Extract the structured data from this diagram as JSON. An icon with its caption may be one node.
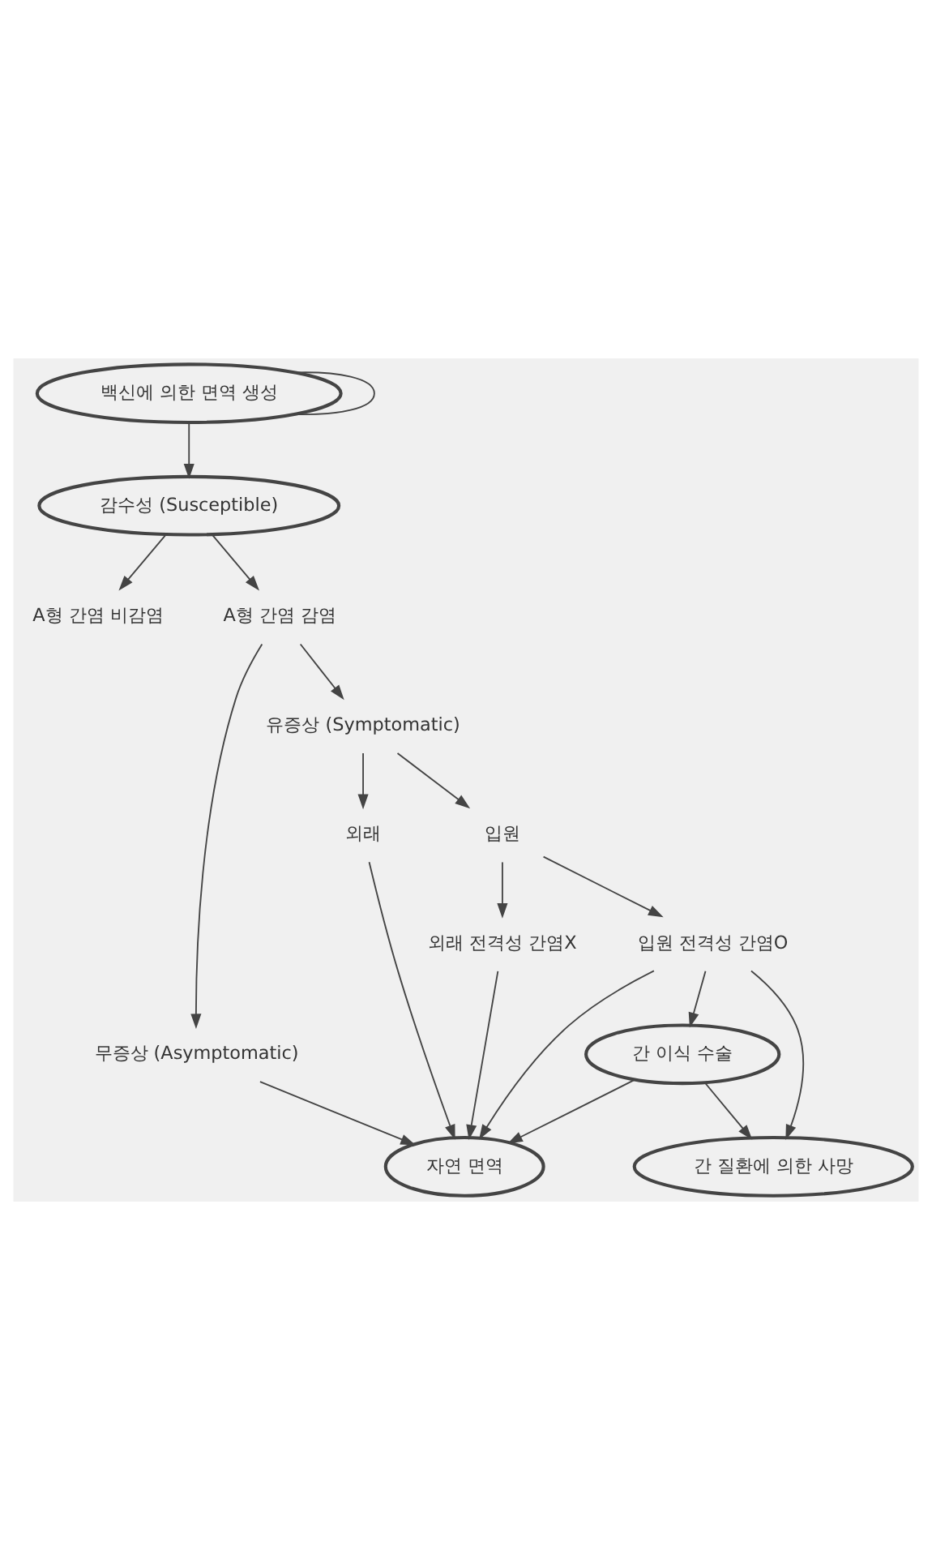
{
  "diagram": {
    "nodes": [
      {
        "text": [
          "백신에 의한 면역 생성"
        ]
      },
      {
        "text": [
          "감수성 (Susceptible)"
        ]
      },
      {
        "text": [
          "A형 간염 비감염"
        ]
      },
      {
        "text": [
          "A형 간염 감염"
        ]
      },
      {
        "text": [
          "무증상 (Asymptomatic)"
        ]
      },
      {
        "text": [
          "유증상 (Symptomatic)"
        ]
      },
      {
        "text": [
          "외래"
        ]
      },
      {
        "text": [
          "입원"
        ]
      },
      {
        "text": [
          "외래 전격성 간염X"
        ]
      },
      {
        "text": [
          "입원 전격성 간염O"
        ]
      },
      {
        "text": [
          "간 이식 수술"
        ]
      },
      {
        "text": [
          "자연 면역"
        ]
      },
      {
        "text": [
          "간 질환에 의한 사망"
        ]
      }
    ],
    "edges": [
      {
        "from": 0,
        "to": 0,
        "arrow": "none"
      },
      {
        "from": 0,
        "to": 1,
        "arrow": "to"
      },
      {
        "from": 1,
        "to": 2,
        "arrow": "to"
      },
      {
        "from": 1,
        "to": 3,
        "arrow": "to"
      },
      {
        "from": 3,
        "to": 4,
        "arrow": "to"
      },
      {
        "from": 3,
        "to": 5,
        "arrow": "to"
      },
      {
        "from": 5,
        "to": 6,
        "arrow": "to"
      },
      {
        "from": 5,
        "to": 7,
        "arrow": "to"
      },
      {
        "from": 7,
        "to": 8,
        "arrow": "to"
      },
      {
        "from": 7,
        "to": 9,
        "arrow": "to"
      },
      {
        "from": 9,
        "to": 10,
        "arrow": "to"
      },
      {
        "from": 4,
        "to": 11,
        "arrow": "to"
      },
      {
        "from": 6,
        "to": 11,
        "arrow": "to"
      },
      {
        "from": 8,
        "to": 11,
        "arrow": "to"
      },
      {
        "from": 9,
        "to": 11,
        "arrow": "to"
      },
      {
        "from": 9,
        "to": 12,
        "arrow": "to"
      },
      {
        "from": 10,
        "to": 11,
        "arrow": "to"
      },
      {
        "from": 10,
        "to": 12,
        "arrow": "to"
      }
    ]
  }
}
